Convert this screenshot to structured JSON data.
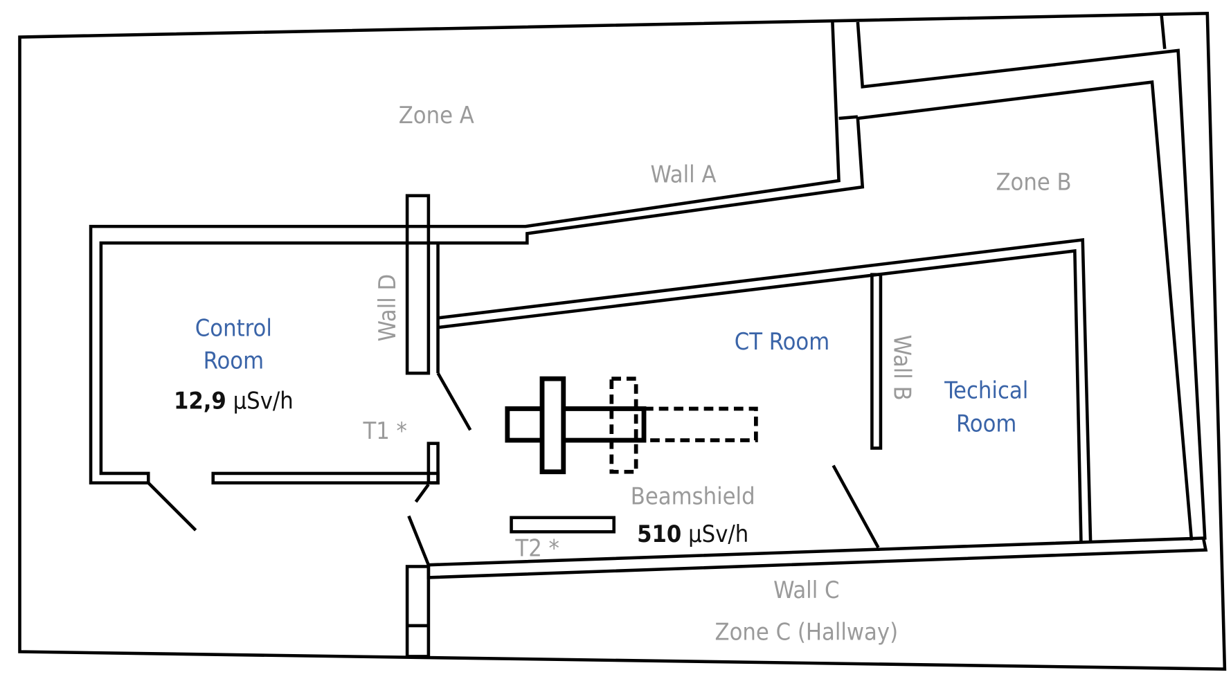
{
  "zones": {
    "zone_a": "Zone A",
    "zone_b": "Zone B",
    "zone_c": "Zone C (Hallway)"
  },
  "walls": {
    "wall_a": "Wall A",
    "wall_b": "Wall B",
    "wall_c": "Wall C",
    "wall_d": "Wall D"
  },
  "rooms": {
    "control_room": {
      "line1": "Control",
      "line2": "Room",
      "dose_value": "12,9",
      "dose_unit": "µSv/h"
    },
    "ct_room": {
      "label": "CT Room"
    },
    "technical_room": {
      "line1": "Techical",
      "line2": "Room"
    }
  },
  "beamshield": {
    "label": "Beamshield",
    "dose_value": "510",
    "dose_unit": "µSv/h"
  },
  "markers": {
    "t1": "T1 *",
    "t2": "T2 *"
  },
  "colors": {
    "room_label": "#3a64a8",
    "zone_label": "#9a9a9a",
    "walls": "#000000"
  }
}
